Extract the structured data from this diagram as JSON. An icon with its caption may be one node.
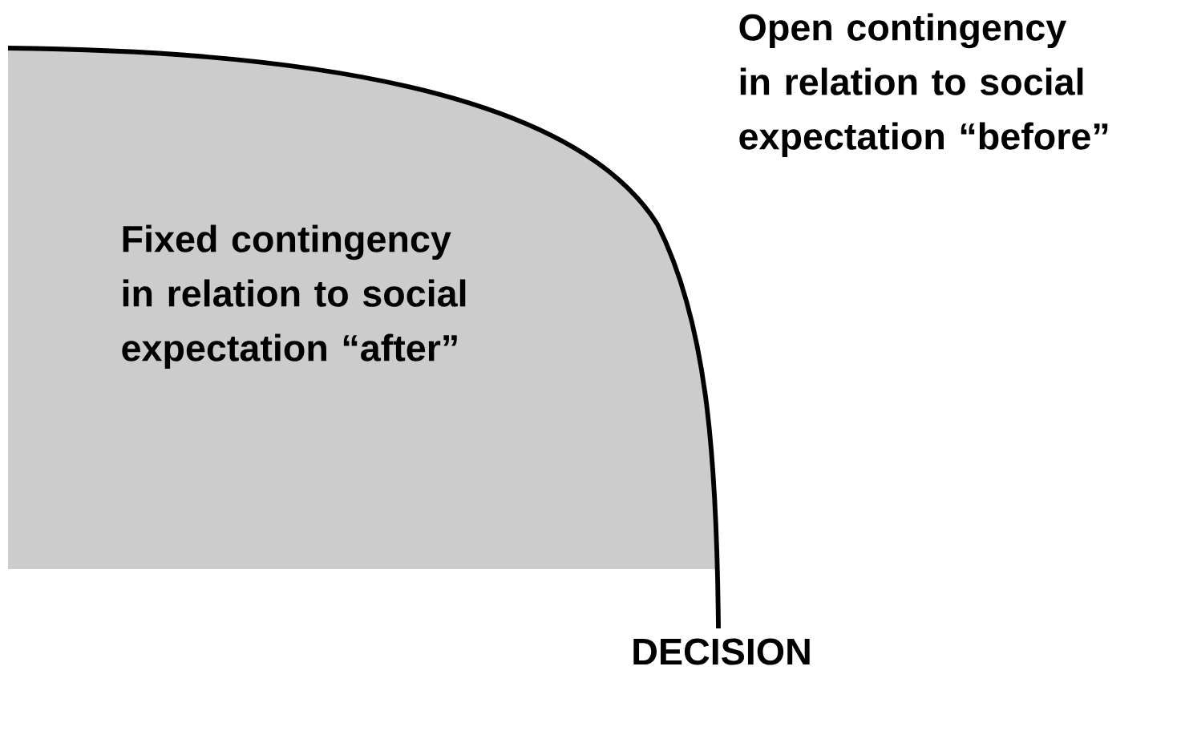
{
  "diagram": {
    "nodes": [
      {
        "text": [
          "Fixed contingency in relation to social expectation “after”"
        ]
      }
    ],
    "labels": [
      "Open contingency in relation to social expectation “before”",
      "DECISION"
    ]
  }
}
